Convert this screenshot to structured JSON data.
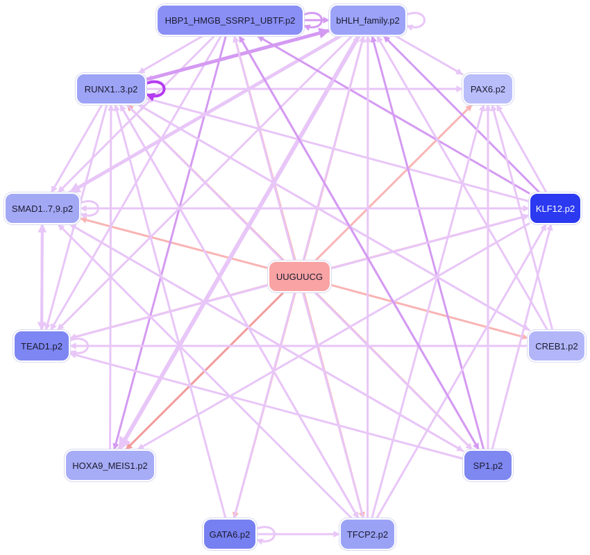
{
  "nodes": {
    "hbp1": "HBP1_HMGB_SSRP1_UBTF.p2",
    "bhlh": "bHLH_family.p2",
    "runx": "RUNX1..3.p2",
    "pax6": "PAX6.p2",
    "smad": "SMAD1..7,9.p2",
    "klf12": "KLF12.p2",
    "uuguucg": "UUGUUCG",
    "tead": "TEAD1.p2",
    "creb": "CREB1.p2",
    "hoxa9": "HOXA9_MEIS1.p2",
    "sp1": "SP1.p2",
    "gata6": "GATA6.p2",
    "tfcp2": "TFCP2.p2"
  },
  "colors": {
    "mirna_edge": "#f9b4b4",
    "mirna_edge_strong": "#f29a9a",
    "tf_edge": "#e8c6f7",
    "tf_edge_strong": "#d49af2",
    "self_loop_strong": "#b43cf0"
  },
  "edges": [
    {
      "from": "uuguucg",
      "to": "runx",
      "w": 3,
      "kind": "mirna_strong"
    },
    {
      "from": "uuguucg",
      "to": "hbp1",
      "w": 3,
      "kind": "mirna"
    },
    {
      "from": "uuguucg",
      "to": "bhlh",
      "w": 3,
      "kind": "mirna"
    },
    {
      "from": "uuguucg",
      "to": "pax6",
      "w": 3,
      "kind": "mirna"
    },
    {
      "from": "uuguucg",
      "to": "smad",
      "w": 3,
      "kind": "mirna"
    },
    {
      "from": "uuguucg",
      "to": "klf12",
      "w": 3,
      "kind": "mirna"
    },
    {
      "from": "uuguucg",
      "to": "tead",
      "w": 3,
      "kind": "mirna"
    },
    {
      "from": "uuguucg",
      "to": "creb",
      "w": 3,
      "kind": "mirna"
    },
    {
      "from": "uuguucg",
      "to": "hoxa9",
      "w": 3,
      "kind": "mirna_strong"
    },
    {
      "from": "uuguucg",
      "to": "sp1",
      "w": 3,
      "kind": "mirna_strong"
    },
    {
      "from": "uuguucg",
      "to": "gata6",
      "w": 3,
      "kind": "mirna"
    },
    {
      "from": "uuguucg",
      "to": "tfcp2",
      "w": 3,
      "kind": "mirna"
    },
    {
      "from": "hbp1",
      "to": "runx",
      "w": 3,
      "kind": "tf"
    },
    {
      "from": "hbp1",
      "to": "smad",
      "w": 3,
      "kind": "tf"
    },
    {
      "from": "hbp1",
      "to": "tead",
      "w": 3,
      "kind": "tf"
    },
    {
      "from": "hbp1",
      "to": "hoxa9",
      "w": 3,
      "kind": "tf_strong"
    },
    {
      "from": "hbp1",
      "to": "bhlh",
      "w": 3,
      "kind": "tf_strong"
    },
    {
      "from": "bhlh",
      "to": "runx",
      "w": 3,
      "kind": "tf"
    },
    {
      "from": "bhlh",
      "to": "smad",
      "w": 5,
      "kind": "tf"
    },
    {
      "from": "bhlh",
      "to": "tead",
      "w": 3,
      "kind": "tf"
    },
    {
      "from": "bhlh",
      "to": "hoxa9",
      "w": 6,
      "kind": "tf"
    },
    {
      "from": "bhlh",
      "to": "pax6",
      "w": 3,
      "kind": "tf"
    },
    {
      "from": "runx",
      "to": "bhlh",
      "w": 5,
      "kind": "tf_strong"
    },
    {
      "from": "runx",
      "to": "pax6",
      "w": 3,
      "kind": "tf"
    },
    {
      "from": "runx",
      "to": "smad",
      "w": 3,
      "kind": "tf"
    },
    {
      "from": "runx",
      "to": "tead",
      "w": 3,
      "kind": "tf"
    },
    {
      "from": "runx",
      "to": "sp1",
      "w": 3,
      "kind": "tf"
    },
    {
      "from": "runx",
      "to": "tfcp2",
      "w": 3,
      "kind": "tf"
    },
    {
      "from": "klf12",
      "to": "hbp1",
      "w": 3,
      "kind": "tf_strong"
    },
    {
      "from": "klf12",
      "to": "bhlh",
      "w": 3,
      "kind": "tf_strong"
    },
    {
      "from": "klf12",
      "to": "runx",
      "w": 3,
      "kind": "tf"
    },
    {
      "from": "klf12",
      "to": "smad",
      "w": 3,
      "kind": "tf"
    },
    {
      "from": "klf12",
      "to": "pax6",
      "w": 3,
      "kind": "tf"
    },
    {
      "from": "klf12",
      "to": "tead",
      "w": 3,
      "kind": "tf"
    },
    {
      "from": "klf12",
      "to": "hoxa9",
      "w": 3,
      "kind": "tf"
    },
    {
      "from": "creb",
      "to": "tead",
      "w": 3,
      "kind": "tf"
    },
    {
      "from": "creb",
      "to": "runx",
      "w": 3,
      "kind": "tf"
    },
    {
      "from": "creb",
      "to": "bhlh",
      "w": 3,
      "kind": "tf"
    },
    {
      "from": "creb",
      "to": "pax6",
      "w": 3,
      "kind": "tf"
    },
    {
      "from": "sp1",
      "to": "bhlh",
      "w": 3,
      "kind": "tf_strong"
    },
    {
      "from": "sp1",
      "to": "hbp1",
      "w": 3,
      "kind": "tf_strong"
    },
    {
      "from": "sp1",
      "to": "pax6",
      "w": 3,
      "kind": "tf"
    },
    {
      "from": "sp1",
      "to": "klf12",
      "w": 3,
      "kind": "tf"
    },
    {
      "from": "sp1",
      "to": "smad",
      "w": 3,
      "kind": "tf"
    },
    {
      "from": "sp1",
      "to": "tead",
      "w": 3,
      "kind": "tf"
    },
    {
      "from": "tfcp2",
      "to": "bhlh",
      "w": 3,
      "kind": "tf"
    },
    {
      "from": "tfcp2",
      "to": "runx",
      "w": 3,
      "kind": "tf"
    },
    {
      "from": "tfcp2",
      "to": "smad",
      "w": 3,
      "kind": "tf"
    },
    {
      "from": "tfcp2",
      "to": "pax6",
      "w": 3,
      "kind": "tf"
    },
    {
      "from": "tfcp2",
      "to": "klf12",
      "w": 3,
      "kind": "tf"
    },
    {
      "from": "tfcp2",
      "to": "hbp1",
      "w": 3,
      "kind": "tf"
    },
    {
      "from": "gata6",
      "to": "tfcp2",
      "w": 3,
      "kind": "tf"
    },
    {
      "from": "gata6",
      "to": "runx",
      "w": 3,
      "kind": "tf"
    },
    {
      "from": "gata6",
      "to": "bhlh",
      "w": 3,
      "kind": "tf"
    },
    {
      "from": "hoxa9",
      "to": "runx",
      "w": 3,
      "kind": "tf"
    },
    {
      "from": "hoxa9",
      "to": "bhlh",
      "w": 3,
      "kind": "tf"
    },
    {
      "from": "tead",
      "to": "smad",
      "w": 4,
      "kind": "tf"
    },
    {
      "from": "smad",
      "to": "tead",
      "w": 4,
      "kind": "tf"
    },
    {
      "from": "smad",
      "to": "sp1",
      "w": 3,
      "kind": "tf"
    },
    {
      "from": "tead",
      "to": "klf12",
      "w": 3,
      "kind": "tf"
    },
    {
      "from": "smad",
      "to": "klf12",
      "w": 3,
      "kind": "tf"
    },
    {
      "from": "runx",
      "to": "creb",
      "w": 3,
      "kind": "tf"
    },
    {
      "from": "hbp1",
      "to": "sp1",
      "w": 3,
      "kind": "tf_strong"
    }
  ],
  "self_loops": [
    {
      "node": "hbp1",
      "kind": "tf_strong"
    },
    {
      "node": "bhlh",
      "kind": "tf"
    },
    {
      "node": "runx",
      "kind": "self_strong"
    },
    {
      "node": "smad",
      "kind": "tf"
    },
    {
      "node": "tead",
      "kind": "tf"
    },
    {
      "node": "gata6",
      "kind": "tf"
    }
  ]
}
